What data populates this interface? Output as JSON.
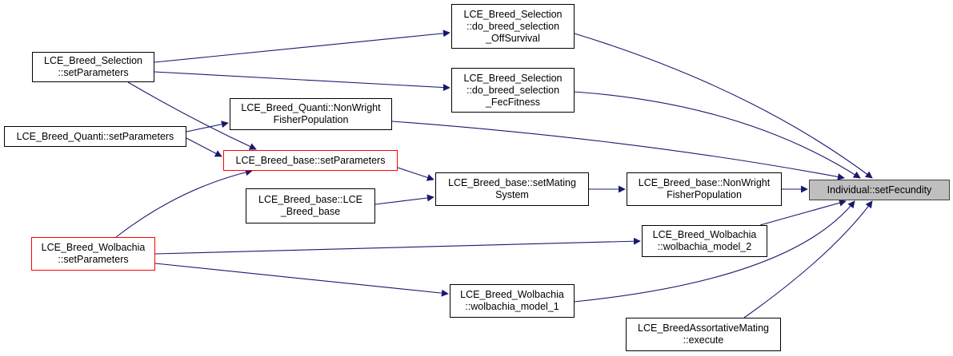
{
  "colors": {
    "edge": "#191970",
    "node_border": "#000000",
    "incomplete_node_border": "#ff0000",
    "target_fill": "#bfbfbf"
  },
  "nodes": {
    "sel_off": [
      "LCE_Breed_Selection",
      "::do_breed_selection",
      "_OffSurvival"
    ],
    "sel_setparams": [
      "LCE_Breed_Selection",
      "::setParameters"
    ],
    "sel_fec": [
      "LCE_Breed_Selection",
      "::do_breed_selection",
      "_FecFitness"
    ],
    "quanti_nwfp": [
      "LCE_Breed_Quanti::NonWright",
      "FisherPopulation"
    ],
    "quanti_setparams": [
      "LCE_Breed_Quanti::setParameters"
    ],
    "base_setparams": [
      "LCE_Breed_base::setParameters"
    ],
    "base_setmating": [
      "LCE_Breed_base::setMating",
      "System"
    ],
    "base_ctor": [
      "LCE_Breed_base::LCE",
      "_Breed_base"
    ],
    "base_nwfp": [
      "LCE_Breed_base::NonWright",
      "FisherPopulation"
    ],
    "wol_setparams": [
      "LCE_Breed_Wolbachia",
      "::setParameters"
    ],
    "wol_model2": [
      "LCE_Breed_Wolbachia",
      "::wolbachia_model_2"
    ],
    "wol_model1": [
      "LCE_Breed_Wolbachia",
      "::wolbachia_model_1"
    ],
    "assort_exec": [
      "LCE_BreedAssortativeMating",
      "::execute"
    ],
    "target": [
      "Individual::setFecundity"
    ]
  }
}
